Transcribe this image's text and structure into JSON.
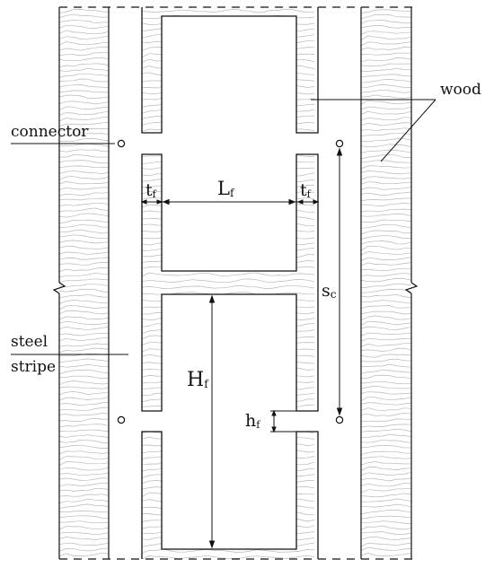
{
  "labels": {
    "wood": "wood",
    "connector": "connector",
    "steel_line1": "steel",
    "steel_line2": "stripe",
    "tf_left_main": "t",
    "tf_left_sub": "f",
    "lf_main": "L",
    "lf_sub": "f",
    "tf_right_main": "t",
    "tf_right_sub": "f",
    "sc_main": "s",
    "sc_sub": "c",
    "hf_big_main": "H",
    "hf_big_sub": "f",
    "hf_small_main": "h",
    "hf_small_sub": "f"
  },
  "colors": {
    "line": "#111111",
    "wood_grain": "#b8b8b8",
    "background": "#ffffff"
  }
}
